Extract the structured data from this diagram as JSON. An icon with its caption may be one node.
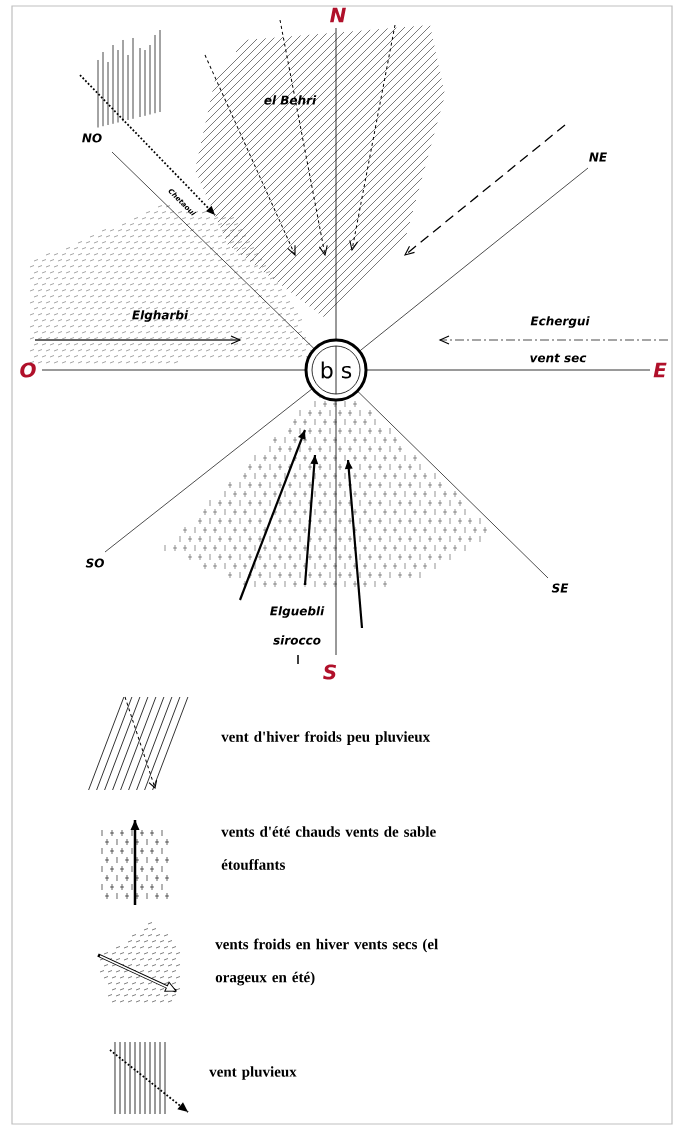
{
  "diagram": {
    "nodes": [
      {
        "text": [
          "b",
          "s"
        ]
      }
    ],
    "labels": [
      "N",
      "el Behri",
      "NO",
      "Chetaoui",
      "NE",
      "Elgharbi",
      "Echergui",
      "vent sec",
      "O",
      "E",
      "SO",
      "SE",
      "Elguebli",
      "sirocco",
      "S"
    ],
    "legend": [
      {
        "text": "vent d'hiver froids peu pluvieux"
      },
      {
        "text": "vents d'été chauds vents de sable étouffants"
      },
      {
        "text": "vents froids en hiver vents secs (el orageux en été)"
      },
      {
        "text": "vent pluvieux"
      }
    ]
  }
}
